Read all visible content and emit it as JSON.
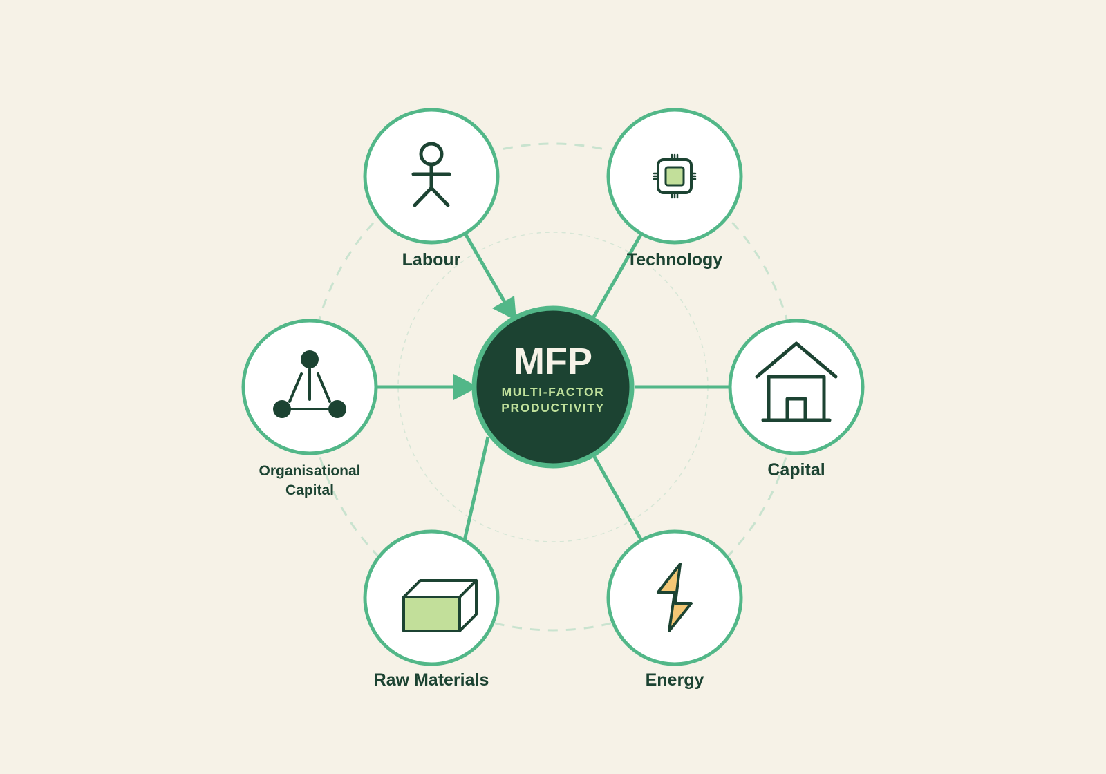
{
  "hub": {
    "title": "MFP",
    "subtitle_line1": "MULTI-FACTOR",
    "subtitle_line2": "PRODUCTIVITY"
  },
  "factors": {
    "labour": {
      "label": "Labour",
      "icon": "person-icon",
      "arrow_to_hub": true
    },
    "technology": {
      "label": "Technology",
      "icon": "microchip-icon",
      "arrow_to_hub": false
    },
    "organisational_capital": {
      "label_line1": "Organisational",
      "label_line2": "Capital",
      "icon": "network-icon",
      "arrow_to_hub": true
    },
    "capital": {
      "label": "Capital",
      "icon": "house-icon",
      "arrow_to_hub": false
    },
    "raw_materials": {
      "label": "Raw Materials",
      "icon": "box-icon",
      "arrow_to_hub": false
    },
    "energy": {
      "label": "Energy",
      "icon": "lightning-icon",
      "arrow_to_hub": false
    }
  },
  "colors": {
    "background": "#f6f2e7",
    "accent_green": "#52b788",
    "dark_green": "#1c4332",
    "light_green_fill": "#c2df9a",
    "energy_fill": "#f3c775",
    "dashed_ring": "#c9e3cf"
  }
}
